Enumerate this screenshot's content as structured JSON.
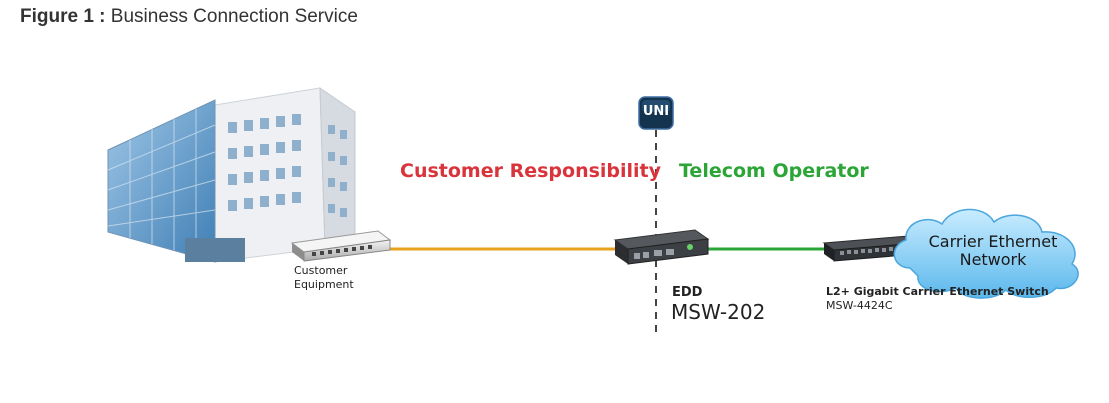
{
  "figure": {
    "label": "Figure 1 :",
    "title": "Business Connection Service"
  },
  "responsibility": {
    "customer_label": "Customer Responsibility",
    "customer_color": "#d9343c",
    "operator_label": "Telecom Operator",
    "operator_color": "#2aa536"
  },
  "uni": {
    "label": "UNI"
  },
  "customer_equipment": {
    "label_line1": "Customer",
    "label_line2": "Equipment"
  },
  "edd": {
    "type_label": "EDD",
    "model": "MSW-202"
  },
  "switch": {
    "description": "L2+ Gigabit Carrier Ethernet Switch",
    "model": "MSW-4424C"
  },
  "cloud": {
    "label_line1": "Carrier Ethernet",
    "label_line2": "Network"
  },
  "links": {
    "customer_link_color": "#e8a21d",
    "operator_link_color": "#2aa536"
  }
}
